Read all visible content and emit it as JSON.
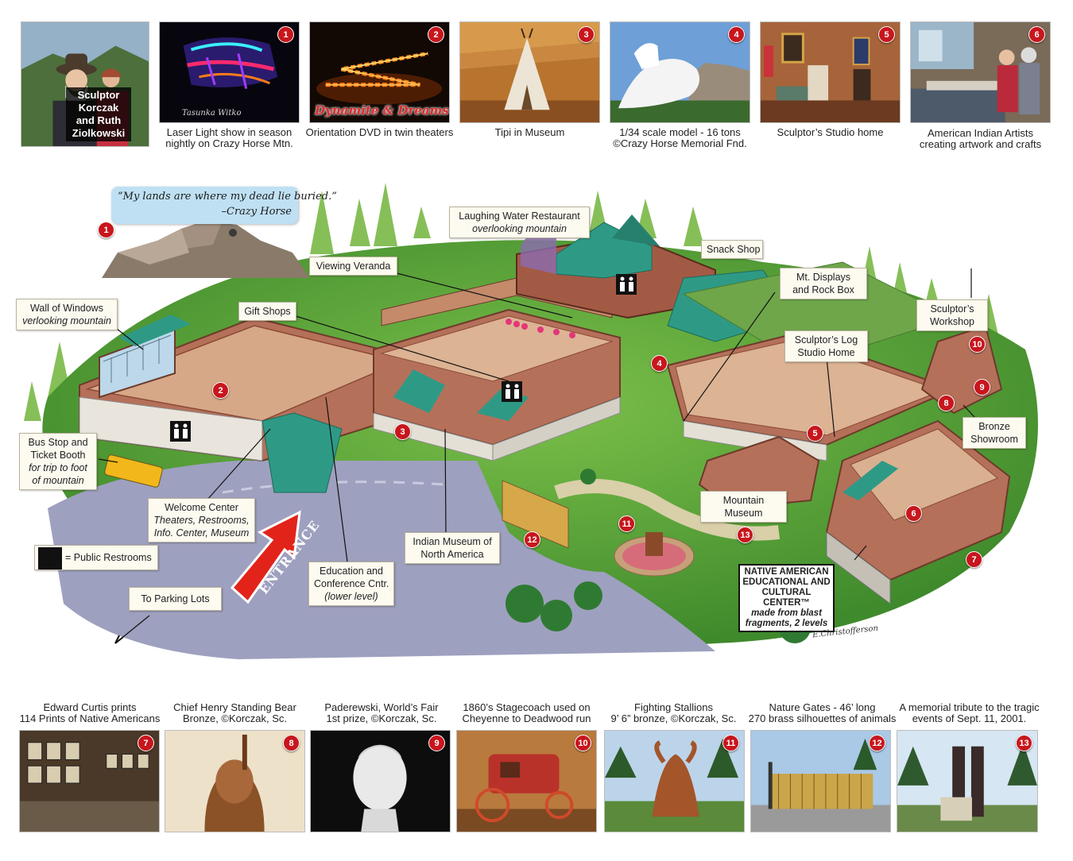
{
  "top_photos": [
    {
      "num": "",
      "caption": "",
      "overlay": [
        "Sculptor",
        "Korczak",
        "and Ruth",
        "Ziolkowski"
      ]
    },
    {
      "num": "1",
      "caption": [
        "Laser Light show in season",
        "nightly on Crazy Horse Mtn."
      ],
      "overlay": [
        "Tasunka Witko"
      ]
    },
    {
      "num": "2",
      "caption": [
        "Orientation DVD in twin theaters"
      ],
      "overlay": [
        "Dynamite & Dreams"
      ]
    },
    {
      "num": "3",
      "caption": [
        "Tipi in Museum"
      ]
    },
    {
      "num": "4",
      "caption": [
        "1/34 scale model - 16 tons",
        "©Crazy Horse Memorial Fnd."
      ]
    },
    {
      "num": "5",
      "caption": [
        "Sculptor’s Studio home"
      ]
    },
    {
      "num": "6",
      "caption": [
        "American Indian Artists",
        "creating artwork and crafts"
      ]
    }
  ],
  "bottom_photos": [
    {
      "num": "7",
      "caption": [
        "Edward Curtis prints",
        "114 Prints of Native Americans"
      ]
    },
    {
      "num": "8",
      "caption": [
        "Chief Henry Standing Bear",
        "Bronze, ©Korczak, Sc."
      ]
    },
    {
      "num": "9",
      "caption": [
        "Paderewski, World’s Fair",
        "1st prize, ©Korczak, Sc."
      ]
    },
    {
      "num": "10",
      "caption": [
        "1860’s Stagecoach used on",
        "Cheyenne to Deadwood run"
      ]
    },
    {
      "num": "11",
      "caption": [
        "Fighting Stallions",
        "9’ 6” bronze, ©Korczak, Sc."
      ]
    },
    {
      "num": "12",
      "caption": [
        "Nature Gates - 46’ long",
        "270 brass silhouettes of animals"
      ]
    },
    {
      "num": "13",
      "caption": [
        "A memorial tribute to the tragic",
        "events of Sept. 11, 2001."
      ]
    }
  ],
  "quote": {
    "text": "“My lands are where my dead lie buried.”",
    "author": "–Crazy Horse"
  },
  "labels": {
    "laughing_water": [
      "Laughing Water Restaurant",
      "overlooking mountain"
    ],
    "snack_shop": [
      "Snack Shop"
    ],
    "viewing_veranda": [
      "Viewing Veranda"
    ],
    "mt_displays": [
      "Mt. Displays",
      "and Rock Box"
    ],
    "wall_of_windows": [
      "Wall of Windows",
      "verlooking mountain"
    ],
    "gift_shops": [
      "Gift Shops"
    ],
    "sculptors_workshop": [
      "Sculptor’s",
      "Workshop"
    ],
    "log_studio": [
      "Sculptor’s Log",
      "Studio Home"
    ],
    "bus_stop": [
      "Bus Stop and",
      "Ticket Booth",
      "for trip to foot",
      "of mountain"
    ],
    "bronze_showroom": [
      "Bronze",
      "Showroom"
    ],
    "welcome_center": [
      "Welcome Center",
      "Theaters, Restrooms,",
      "Info. Center, Museum"
    ],
    "mountain_museum": [
      "Mountain",
      "Museum"
    ],
    "indian_museum": [
      "Indian Museum of",
      "North America"
    ],
    "restrooms_legend": [
      "= Public Restrooms"
    ],
    "education_center": [
      "Education and",
      "Conference Cntr.",
      "(lower level)"
    ],
    "parking": [
      "To Parking Lots"
    ],
    "cultural_center": [
      "NATIVE AMERICAN",
      "EDUCATIONAL AND",
      "CULTURAL CENTER™",
      "made from blast",
      "fragments, 2 levels"
    ]
  },
  "entrance": "ENTRANCE",
  "signature": "E.Christofferson",
  "map_markers": [
    "1",
    "2",
    "3",
    "4",
    "5",
    "6",
    "7",
    "8",
    "9",
    "10",
    "11",
    "12",
    "13"
  ],
  "colors": {
    "badge_red": "#c8161d",
    "roof_teal": "#2e9a86",
    "brick": "#b5705a",
    "grass": "#5aa83b",
    "road": "#9a9bb8"
  }
}
